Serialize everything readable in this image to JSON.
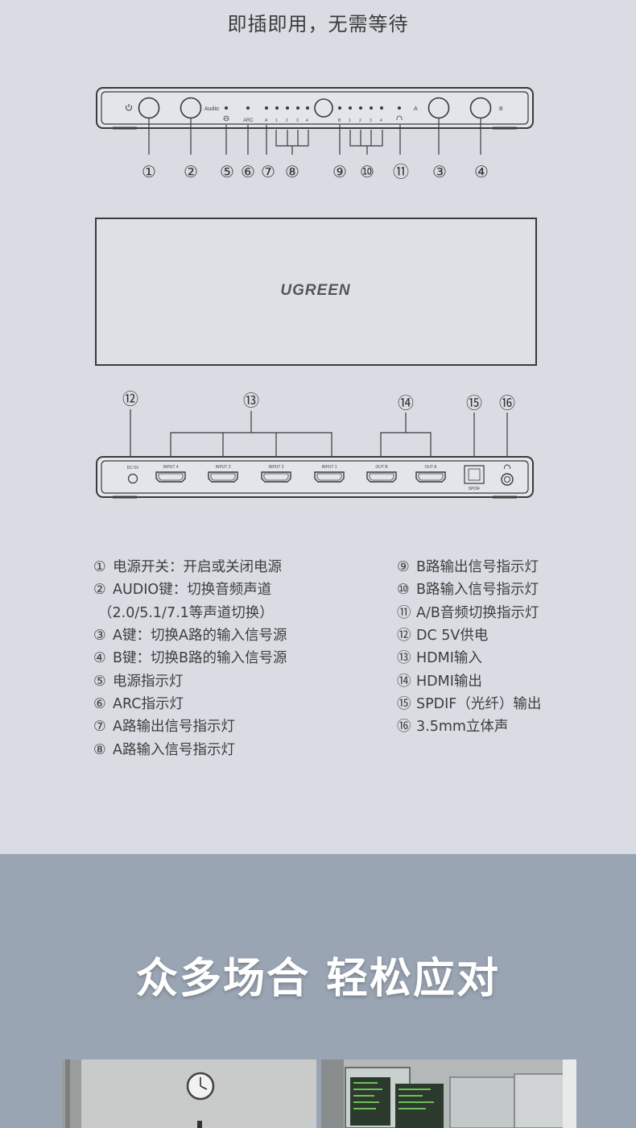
{
  "headline": "即插即用，无需等待",
  "front_panel": {
    "labels": {
      "audio": "Audio",
      "arc": "ARC",
      "a": "A",
      "b": "B",
      "in_nums_a": [
        "1",
        "2",
        "3",
        "4"
      ],
      "in_nums_b": [
        "1",
        "2",
        "3",
        "4"
      ]
    },
    "callouts": [
      "①",
      "②",
      "⑤",
      "⑥",
      "⑦",
      "⑧",
      "⑨",
      "⑩",
      "⑪",
      "③",
      "④"
    ]
  },
  "brand_logo": "UGREEN",
  "rear_panel": {
    "dc_label": "DC 5V",
    "ports": [
      "INPUT 4",
      "INPUT 3",
      "INPUT 2",
      "INPUT 1",
      "OUT B",
      "OUT A"
    ],
    "spdif_label": "SPDIF",
    "callouts": [
      "⑫",
      "⑬",
      "⑭",
      "⑮",
      "⑯"
    ]
  },
  "legend_left": [
    {
      "num": "①",
      "text": "电源开关：开启或关闭电源"
    },
    {
      "num": "②",
      "text": "AUDIO键：切换音频声道"
    },
    {
      "num": "",
      "text": "（2.0/5.1/7.1等声道切换）"
    },
    {
      "num": "③",
      "text": "A键：切换A路的输入信号源"
    },
    {
      "num": "④",
      "text": "B键：切换B路的输入信号源"
    },
    {
      "num": "⑤",
      "text": "电源指示灯"
    },
    {
      "num": "⑥",
      "text": "ARC指示灯"
    },
    {
      "num": "⑦",
      "text": "A路输出信号指示灯"
    },
    {
      "num": "⑧",
      "text": "A路输入信号指示灯"
    }
  ],
  "legend_right": [
    {
      "num": "⑨",
      "text": "B路输出信号指示灯"
    },
    {
      "num": "⑩",
      "text": "B路输入信号指示灯"
    },
    {
      "num": "⑪",
      "text": "A/B音频切换指示灯"
    },
    {
      "num": "⑫",
      "text": "DC 5V供电"
    },
    {
      "num": "⑬",
      "text": "HDMI输入"
    },
    {
      "num": "⑭",
      "text": "HDMI输出"
    },
    {
      "num": "⑮",
      "text": "SPDIF（光纤）输出"
    },
    {
      "num": "⑯",
      "text": "3.5mm立体声"
    }
  ],
  "scene_title": "众多场合 轻松应对"
}
